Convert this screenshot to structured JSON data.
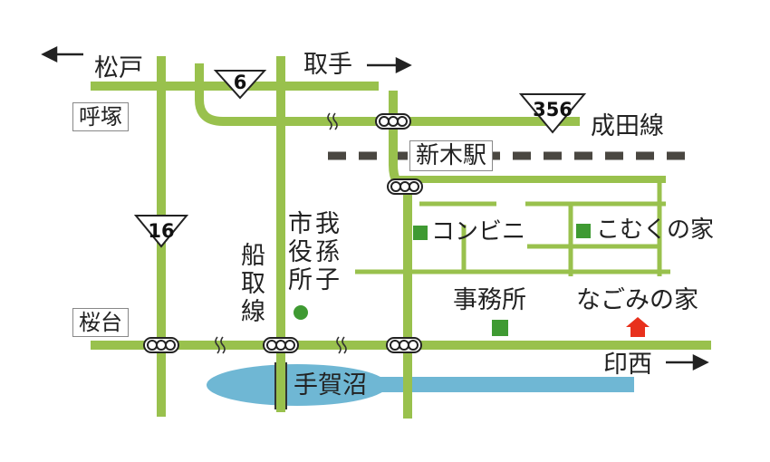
{
  "labels": {
    "matsudo": "松戸",
    "toride": "取手",
    "yobitsuka": "呼塚",
    "narita_line": "成田線",
    "shin_kiba_station": "新木駅",
    "convenience_store": "コンビニ",
    "komuku_house": "こむくの家",
    "abiko_city_hall": "我孫子市役所",
    "abiko_city_hall_col1": "市役所",
    "abiko_city_hall_col2": "我孫子",
    "funatori_line": "船取線",
    "office": "事務所",
    "nagomi_house": "なごみの家",
    "sakuradai": "桜台",
    "inzai": "印西",
    "teganuma": "手賀沼"
  },
  "route_shields": {
    "route6": "6",
    "route356": "356",
    "route16": "16"
  },
  "colors": {
    "road": "#99c14d",
    "railway": "#4a4741",
    "water": "#6fb7d4",
    "marker_square": "#3f9a32",
    "marker_circle": "#3f9a32",
    "destination_marker": "#e8301c",
    "text": "#222222"
  }
}
